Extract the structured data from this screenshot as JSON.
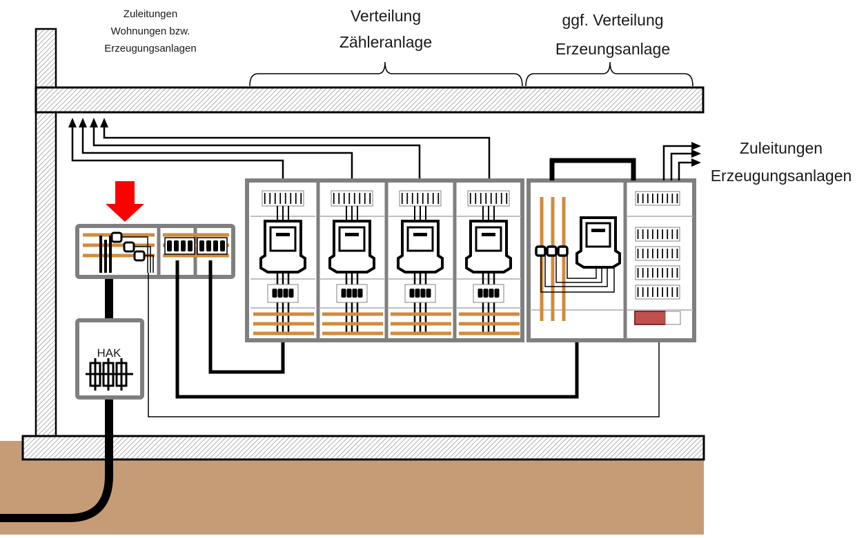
{
  "labels": {
    "supply_apartments": [
      "Zuleitungen",
      "Wohnungen bzw.",
      "Erzeugungsanlagen"
    ],
    "distribution_meters": [
      "Verteilung",
      "Zähleranlage"
    ],
    "distribution_generation": [
      "ggf. Verteilung",
      "Erzeungsanlage"
    ],
    "supply_generation": [
      "Zuleitungen",
      "Erzeugungsanlagen"
    ],
    "hak": "HAK"
  },
  "colors": {
    "ground": "#c69c76",
    "busbar": "#d08b3c",
    "frame": "#7f7f7f",
    "arrow": "#ff0000",
    "switch": "#c0504d",
    "line": "#000000",
    "wall_hatch": "#9a9a9a"
  },
  "icons": {
    "incoming_arrow": "down-arrow-icon",
    "meter": "electricity-meter-icon",
    "fuse": "fuse-icon",
    "breaker": "circuit-breaker-icon"
  }
}
